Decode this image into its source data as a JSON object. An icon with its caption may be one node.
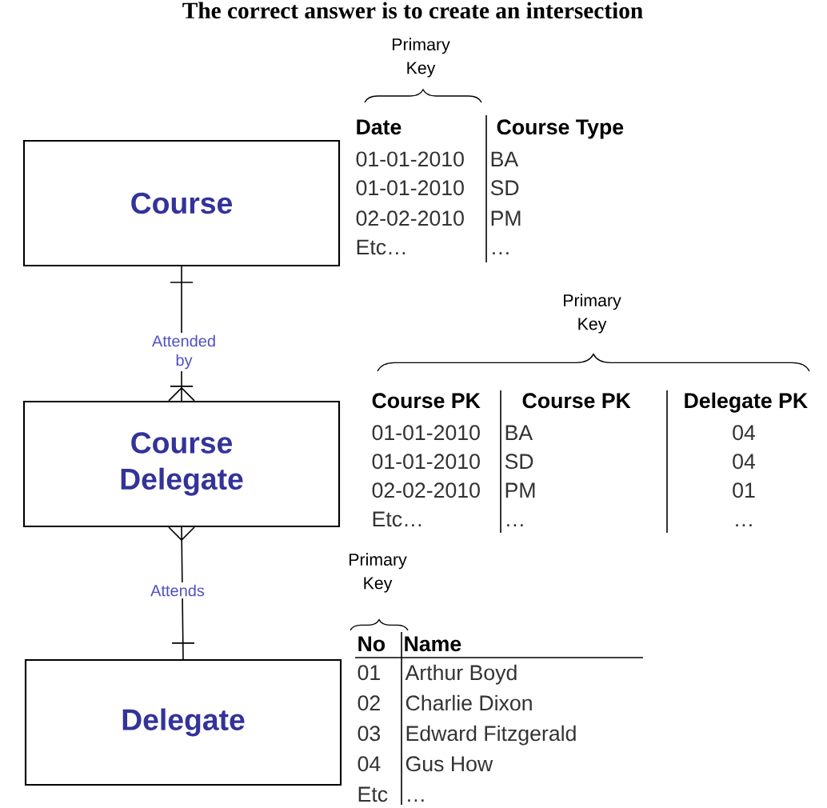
{
  "diagram": {
    "title": "The correct answer is to create an intersection",
    "nodes": [
      {
        "text": [
          "Course"
        ]
      },
      {
        "text": [
          "Course Delegate"
        ]
      },
      {
        "text": [
          "Delegate"
        ]
      }
    ],
    "edges": [
      {
        "from": 0,
        "to": 1,
        "arrow": "other",
        "label": "Attended by"
      },
      {
        "from": 1,
        "to": 2,
        "arrow": "other",
        "label": "Attends"
      }
    ],
    "labels": [
      "Primary Key",
      "Date",
      "Course Type",
      "01-01-2010",
      "BA",
      "01-01-2010",
      "SD",
      "02-02-2010",
      "PM",
      "Etc…",
      "…",
      "Primary Key",
      "Course PK",
      "Course PK",
      "Delegate PK",
      "01-01-2010",
      "BA",
      "04",
      "01-01-2010",
      "SD",
      "04",
      "02-02-2010",
      "PM",
      "01",
      "Etc…",
      "…",
      "…",
      "Primary Key",
      "No",
      "Name",
      "01",
      "Arthur Boyd",
      "02",
      "Charlie Dixon",
      "03",
      "Edward Fitzgerald",
      "04",
      "Gus How",
      "Etc",
      "…"
    ]
  }
}
